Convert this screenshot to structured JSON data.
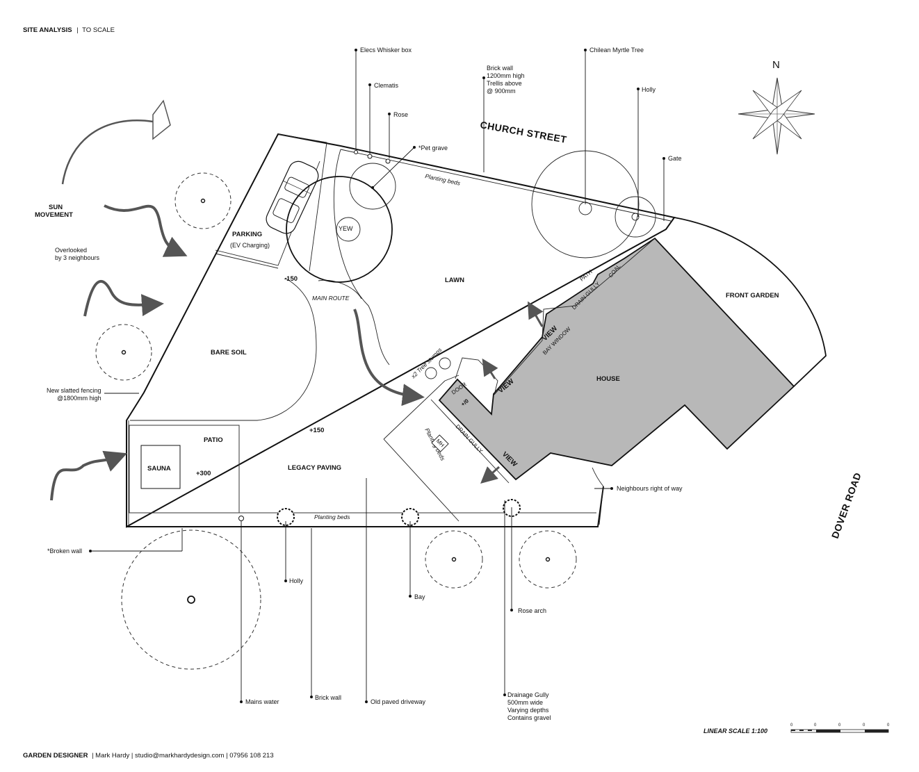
{
  "header": {
    "title": "SITE ANALYSIS",
    "separator": "|",
    "subtitle": "TO SCALE"
  },
  "footer": {
    "designer_title": "GARDEN DESIGNER",
    "details": "| Mark Hardy | studio@markhardydesign.com | 07956 108 213"
  },
  "scale": {
    "label": "LINEAR SCALE 1:100",
    "ticks": [
      "0",
      "0",
      "0",
      "0",
      "0"
    ]
  },
  "compass": {
    "north": "N"
  },
  "roads": {
    "church_street": "CHURCH STREET",
    "dover_road": "DOVER ROAD"
  },
  "areas": {
    "sun_movement_1": "SUN",
    "sun_movement_2": "MOVEMENT",
    "overlooked_1": "Overlooked",
    "overlooked_2": "by 3 neighbours",
    "parking": "PARKING",
    "ev_charging": "(EV Charging)",
    "yew": "YEW",
    "lawn": "LAWN",
    "bare_soil": "BARE SOIL",
    "main_route": "MAIN ROUTE",
    "level_minus150": "-150",
    "level_plus150": "+150",
    "level_plus300": "+300",
    "level_plus0": "+/0",
    "patio": "PATIO",
    "sauna": "SAUNA",
    "legacy_paving": "LEGACY PAVING",
    "house": "HOUSE",
    "front_garden": "FRONT GARDEN",
    "door": "DOOR",
    "mh": "MH",
    "drain_gully": "DRAIN GULLY",
    "path": "PATH",
    "coal": "COAL",
    "bay_window": "BAY WINDOW",
    "view": "VIEW",
    "tree_stumps": "x2 Tree stumps",
    "planting_beds": "Planting beds"
  },
  "annotations": {
    "elecs": "Elecs Whisker box",
    "clematis": "Clematis",
    "rose": "Rose",
    "pet_grave": "*Pet grave",
    "brick_wall_top": [
      "Brick wall",
      "1200mm high",
      "Trellis above",
      "@ 900mm"
    ],
    "chilean_myrtle": "Chilean Myrtle Tree",
    "holly_top": "Holly",
    "gate": "Gate",
    "new_fencing": [
      "New slatted fencing",
      "@1800mm high"
    ],
    "broken_wall": "*Broken wall",
    "holly_bottom": "Holly",
    "bay": "Bay",
    "rose_arch": "Rose arch",
    "neighbours_right": "Neighbours right of way",
    "mains_water": "Mains water",
    "brick_wall_bottom": "Brick wall",
    "old_driveway": "Old paved driveway",
    "drainage_gully": [
      "Drainage Gully",
      "500mm wide",
      "Varying depths",
      "Contains gravel"
    ]
  },
  "colors": {
    "house_fill": "#b8b8b8",
    "arrow": "#555555",
    "line": "#111111"
  }
}
